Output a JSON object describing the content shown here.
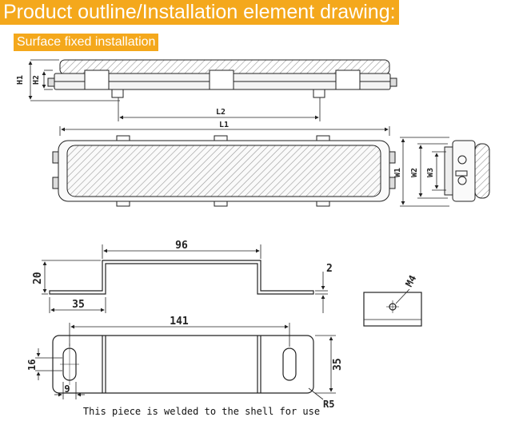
{
  "header": {
    "title": "Product outline/Installation element drawing:",
    "subtitle": "Surface fixed installation"
  },
  "labels": {
    "h1": "H1",
    "h2": "H2",
    "l1": "L1",
    "l2": "L2",
    "w1": "W1",
    "w2": "W2",
    "w3": "W3"
  },
  "bracket": {
    "dim_96": "96",
    "dim_20": "20",
    "dim_2": "2",
    "dim_35_left": "35",
    "dim_141": "141",
    "dim_16": "16",
    "dim_9": "9",
    "dim_35_right": "35",
    "radius": "R5",
    "bolt": "M4",
    "caption": "This piece is welded to the shell for use"
  },
  "colors": {
    "banner": "#f4a81c",
    "line": "#222222"
  }
}
